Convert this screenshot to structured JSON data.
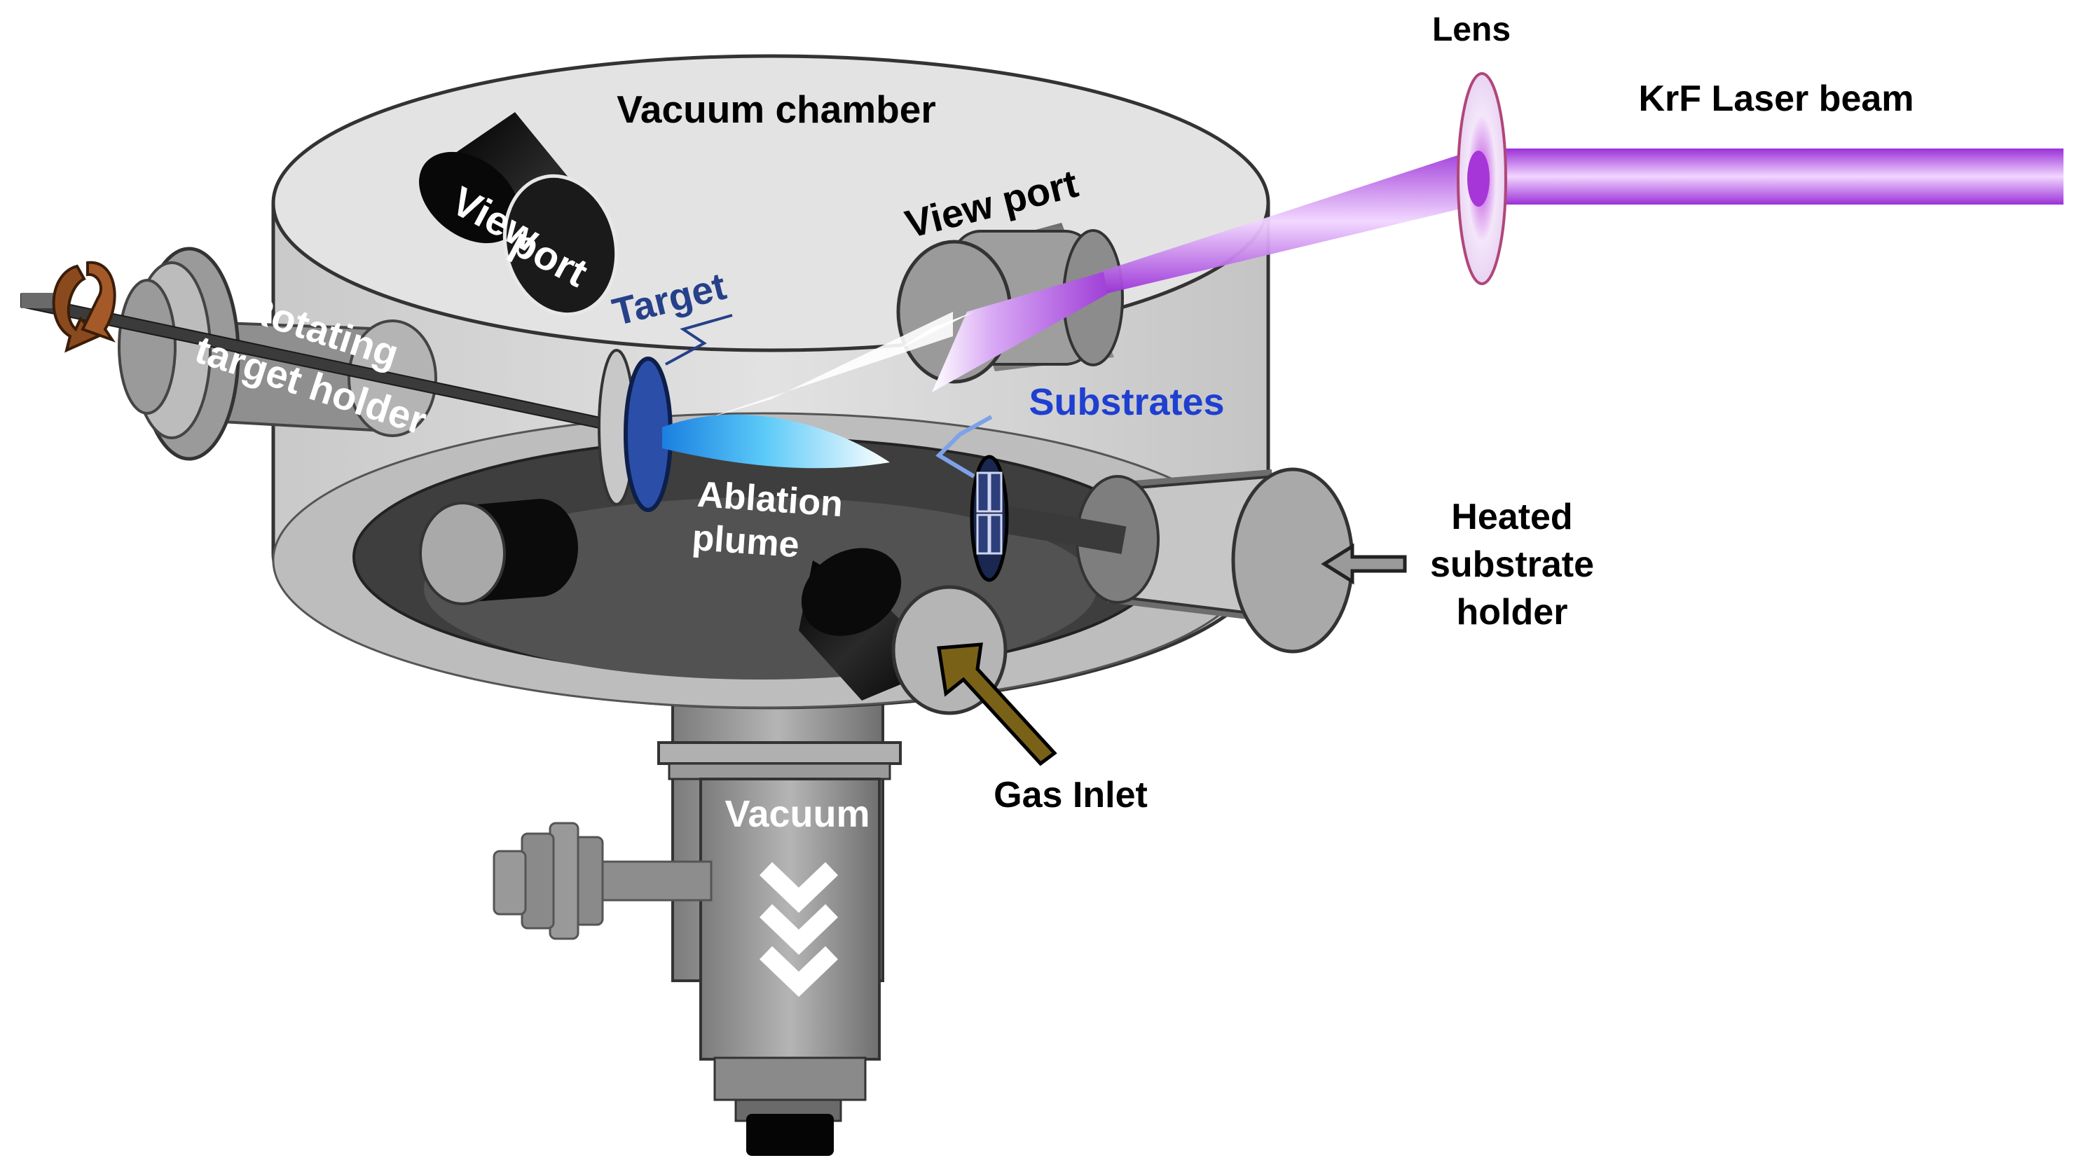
{
  "labels": {
    "lens": "Lens",
    "laser": "KrF Laser beam",
    "chamber": "Vacuum chamber",
    "viewport_left_1": "View",
    "viewport_left_2": "port",
    "viewport_right": "View port",
    "target": "Target",
    "rotating_1": "Rotating",
    "rotating_2": "target holder",
    "substrates": "Substrates",
    "ablation_1": "Ablation",
    "ablation_2": "plume",
    "heated_1": "Heated",
    "heated_2": "substrate",
    "heated_3": "holder",
    "gas": "Gas Inlet",
    "vacuum": "Vacuum"
  },
  "colors": {
    "laser": "#a040d8",
    "target": "#2b4fa8",
    "substrates_label": "#1f3fd0",
    "target_label": "#26408a",
    "plume": "#2aa8f0",
    "gas_arrow": "#7a6118",
    "rotation_arrow": "#8b4a1e",
    "chamber_light": "#dcdcdc",
    "chamber_dark": "#4a4a4a"
  }
}
